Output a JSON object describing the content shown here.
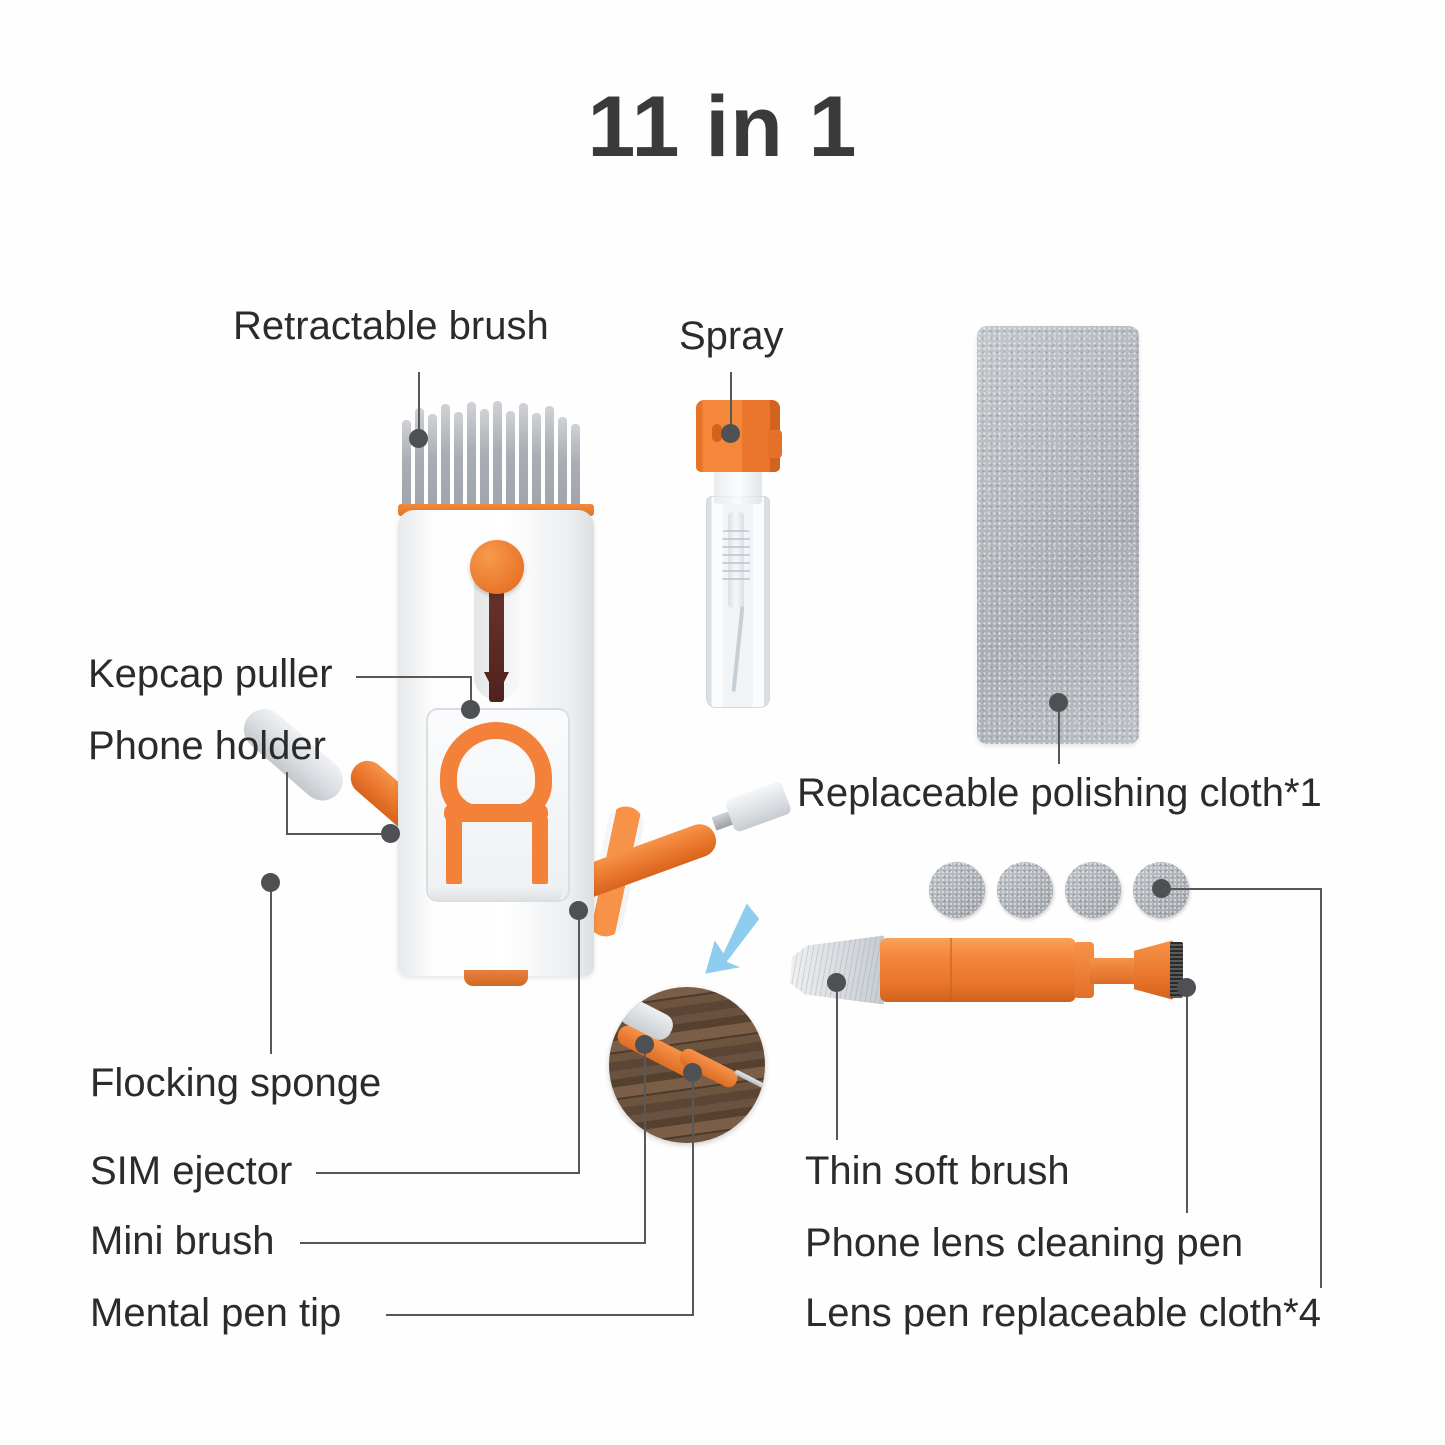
{
  "title": "11 in 1",
  "background_color": "#fefefe",
  "accent_color": "#f0813a",
  "text_color": "#2b2b2b",
  "leader_color": "#585858",
  "dot_color": "#4e5053",
  "arrow_color": "#8ecdef",
  "labels": {
    "retractable_brush": "Retractable brush",
    "spray": "Spray",
    "kepcap_puller": "Kepcap puller",
    "phone_holder": "Phone holder",
    "flocking_sponge": "Flocking sponge",
    "sim_ejector": "SIM ejector",
    "mini_brush": "Mini brush",
    "mental_pen_tip": "Mental pen tip",
    "polishing_cloth": "Replaceable polishing cloth*1",
    "thin_soft_brush": "Thin soft brush",
    "lens_cleaning_pen": "Phone lens cleaning pen",
    "lens_pen_cloth": "Lens pen replaceable cloth*4"
  },
  "items": [
    {
      "name": "Retractable brush",
      "count": 1
    },
    {
      "name": "Spray",
      "count": 1
    },
    {
      "name": "Kepcap puller",
      "count": 1
    },
    {
      "name": "Phone holder",
      "count": 1
    },
    {
      "name": "Flocking sponge",
      "count": 1
    },
    {
      "name": "SIM ejector",
      "count": 1
    },
    {
      "name": "Mini brush",
      "count": 1
    },
    {
      "name": "Mental pen tip",
      "count": 1
    },
    {
      "name": "Replaceable polishing cloth",
      "count": 1
    },
    {
      "name": "Thin soft brush",
      "count": 1
    },
    {
      "name": "Phone lens cleaning pen",
      "count": 1
    },
    {
      "name": "Lens pen replaceable cloth",
      "count": 4
    }
  ],
  "pads_count": 4
}
